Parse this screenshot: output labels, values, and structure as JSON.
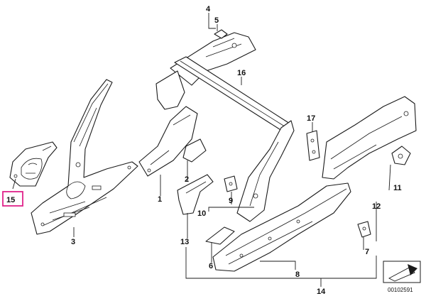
{
  "diagram": {
    "reference_code": "00102591",
    "highlight_color": "#e0238a",
    "line_color": "#1a1a1a",
    "callouts": {
      "c1": "1",
      "c2": "2",
      "c3": "3",
      "c4": "4",
      "c5": "5",
      "c6": "6",
      "c7": "7",
      "c8": "8",
      "c9": "9",
      "c10": "10",
      "c11": "11",
      "c12": "12",
      "c13": "13",
      "c14": "14",
      "c15": "15",
      "c16": "16",
      "c17": "17"
    },
    "highlighted_callout": "15",
    "logo_icon": "arrow-logo-icon"
  }
}
